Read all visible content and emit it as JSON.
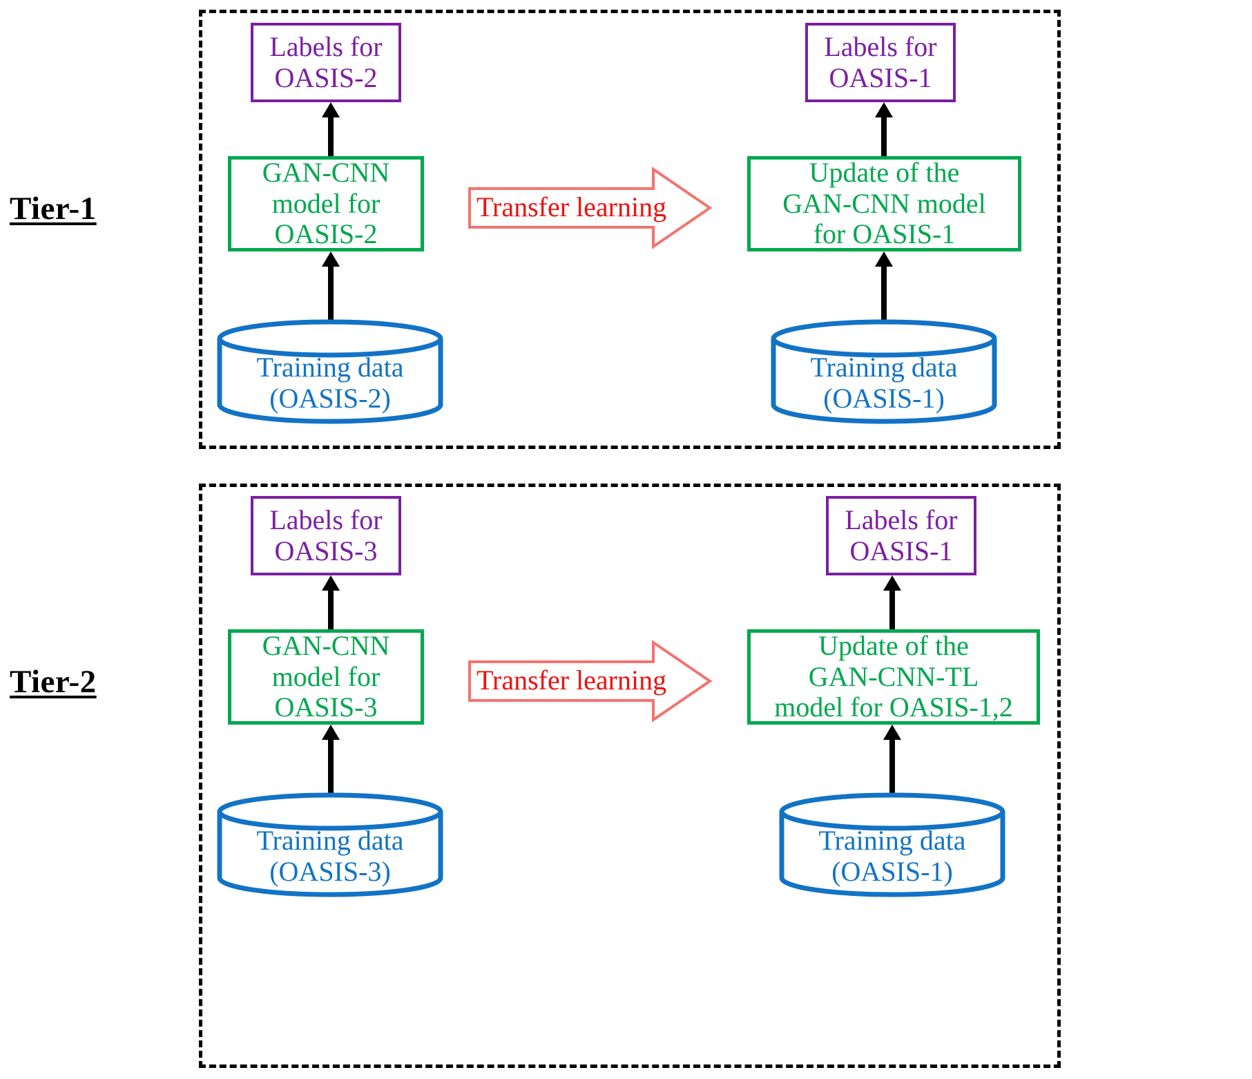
{
  "colors": {
    "label_box": "#7B1FA2",
    "model_box": "#00A84F",
    "cylinder": "#1273C6",
    "transfer_arrow": "#EE1111",
    "flow_arrow": "#000000",
    "panel_border": "#000000"
  },
  "tiers": [
    {
      "id": "tier-1",
      "label": "Tier-1",
      "left": {
        "labels_box": "Labels for\nOASIS-2",
        "model_box": "GAN-CNN\nmodel for\nOASIS-2",
        "data_store": "Training  data\n(OASIS-2)"
      },
      "transfer": "Transfer learning",
      "right": {
        "labels_box": "Labels for\nOASIS-1",
        "model_box": "Update of the\nGAN-CNN model\nfor OASIS-1",
        "data_store": "Training  data\n(OASIS-1)"
      }
    },
    {
      "id": "tier-2",
      "label": "Tier-2",
      "left": {
        "labels_box": "Labels for\nOASIS-3",
        "model_box": "GAN-CNN\nmodel for\nOASIS-3",
        "data_store": "Training  data\n(OASIS-3)"
      },
      "transfer": "Transfer learning",
      "right": {
        "labels_box": "Labels for\nOASIS-1",
        "model_box": "Update of the\nGAN-CNN-TL\nmodel for OASIS-1,2",
        "data_store": "Training  data\n(OASIS-1)"
      }
    }
  ]
}
